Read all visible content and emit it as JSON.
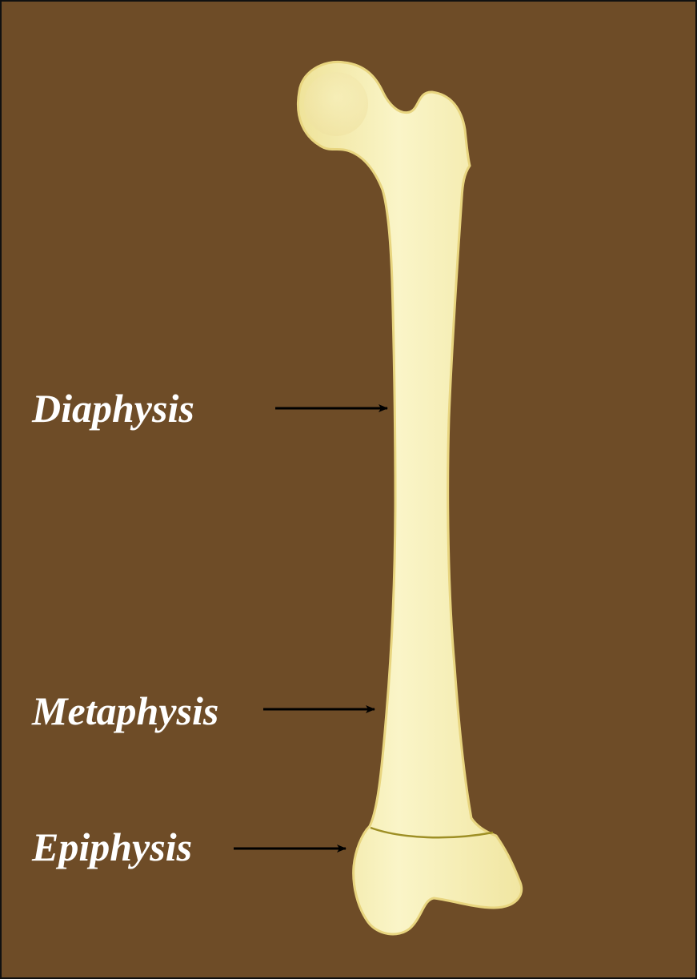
{
  "figure": {
    "background_color": "#6e4c27",
    "bone_color": "#f5efb6",
    "growth_plate_color": "#9e8f25",
    "arrow_color": "#000000",
    "labels": {
      "diaphysis": "Diaphysis",
      "metaphysis": "Metaphysis",
      "epiphysis": "Epiphysis"
    }
  }
}
